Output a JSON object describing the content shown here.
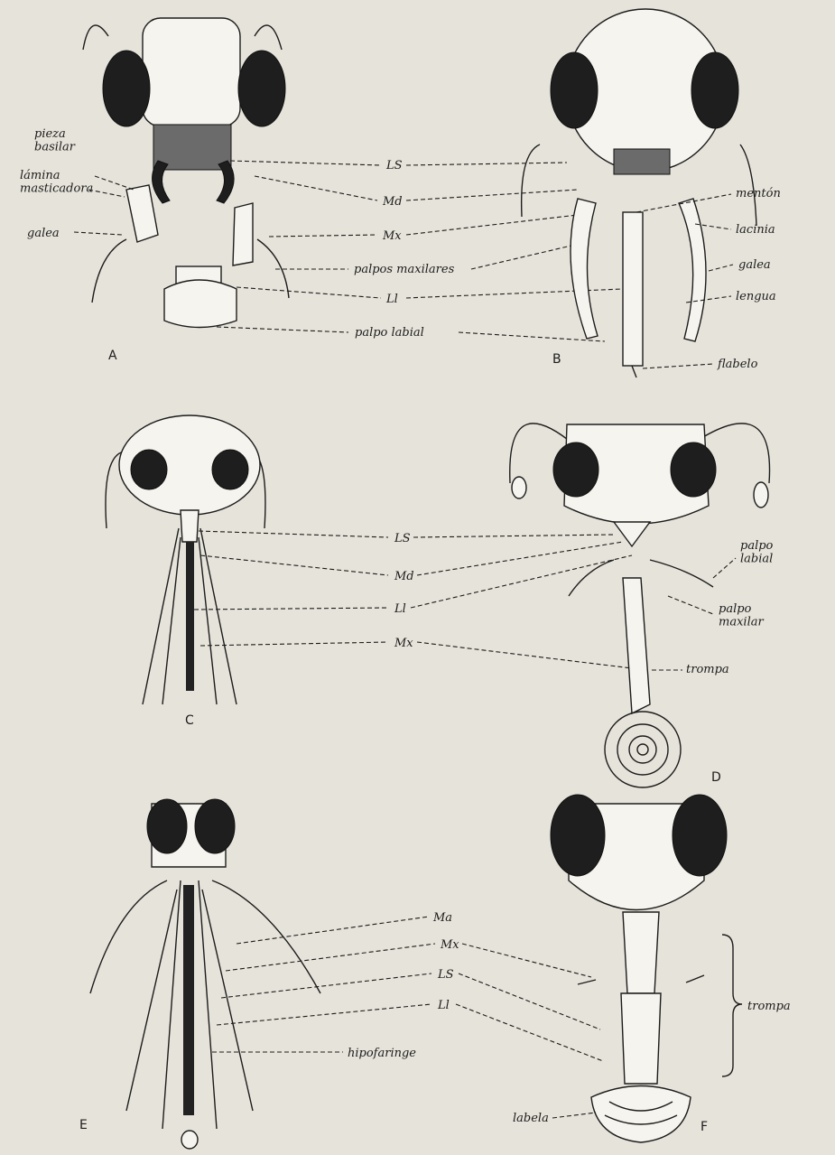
{
  "panels": {
    "A": {
      "letter": "A",
      "labels": {
        "pieza_basilar": "pieza\nbasilar",
        "lamina_masticadora": "lámina\nmasticadora",
        "galea": "galea",
        "LS": "LS",
        "Md": "Md",
        "Mx": "Mx",
        "palpos_maxilares": "palpos maxilares",
        "Ll": "Ll",
        "palpo_labial": "palpo labial"
      }
    },
    "B": {
      "letter": "B",
      "labels": {
        "menton": "mentón",
        "lacinia": "lacinia",
        "galea": "galea",
        "lengua": "lengua",
        "flabelo": "flabelo"
      }
    },
    "C": {
      "letter": "C",
      "labels": {
        "LS": "LS",
        "Md": "Md",
        "Ll": "Ll",
        "Mx": "Mx"
      }
    },
    "D": {
      "letter": "D",
      "labels": {
        "palpo_labial": "palpo\nlabial",
        "palpo_maxilar": "palpo\nmaxilar",
        "trompa": "trompa"
      }
    },
    "E": {
      "letter": "E",
      "labels": {
        "Ma": "Ma",
        "Mx": "Mx",
        "LS": "LS",
        "Ll": "Ll",
        "hipofaringe": "hipofaringe"
      }
    },
    "F": {
      "letter": "F",
      "labels": {
        "trompa": "trompa",
        "labela": "labela"
      }
    }
  },
  "colors": {
    "background": "#e6e3da",
    "ink": "#1c1c1c"
  }
}
